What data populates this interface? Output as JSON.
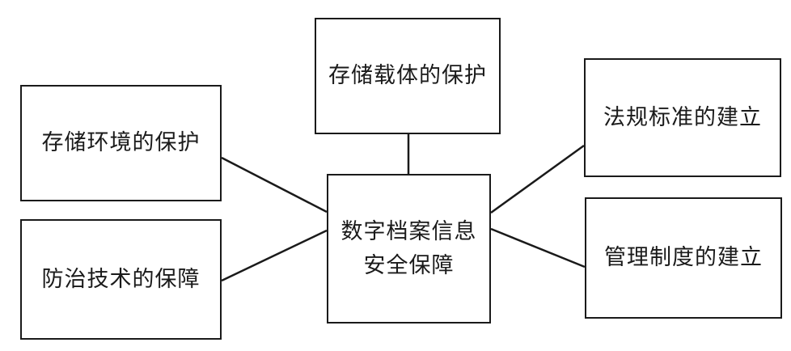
{
  "diagram": {
    "center": {
      "line1": "数字档案信息",
      "line2": "安全保障"
    },
    "nodes": {
      "storage_medium": "存储载体的保护",
      "storage_environment": "存储环境的保护",
      "prevention_technology": "防治技术的保障",
      "regulations_standards": "法规标准的建立",
      "management_system": "管理制度的建立"
    },
    "colors": {
      "stroke": "#1a1a1a",
      "background": "#ffffff"
    }
  }
}
